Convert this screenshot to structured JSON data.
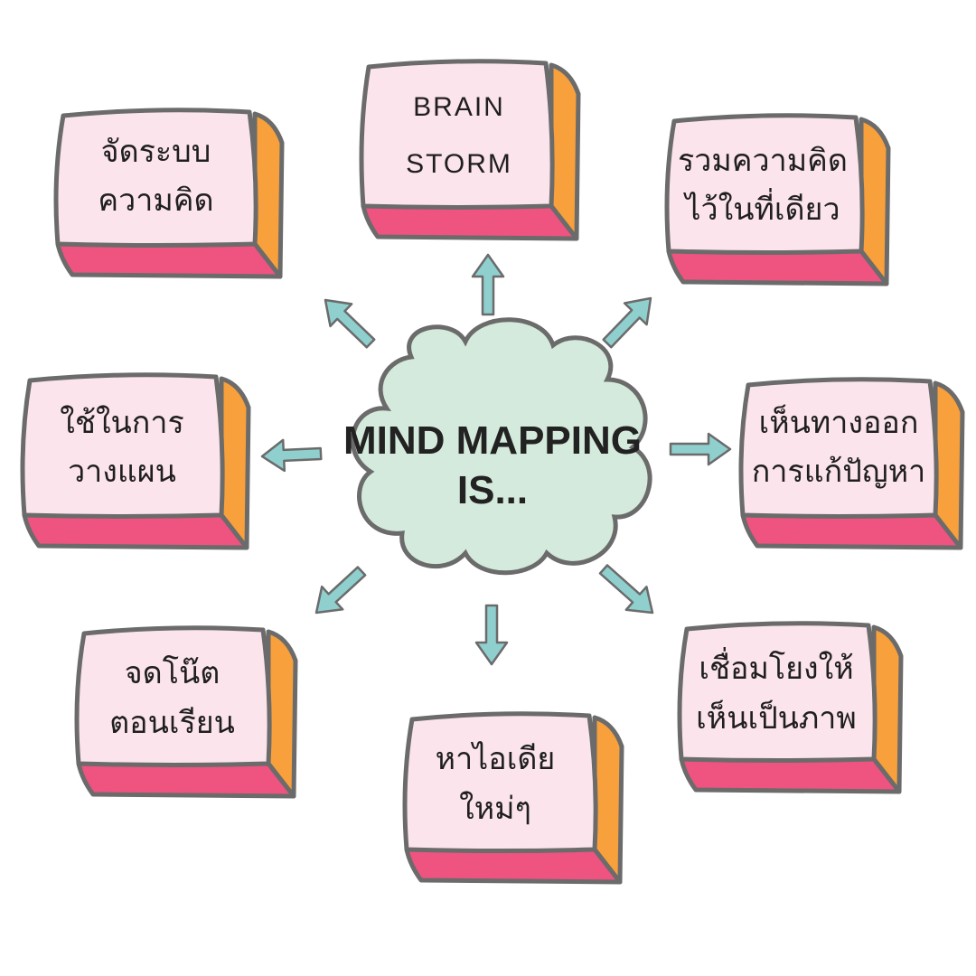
{
  "center": {
    "line1": "MIND MAPPING",
    "line2": "IS..."
  },
  "boxes": [
    {
      "id": "brain-storm",
      "line1": "BRAIN",
      "line2": "STORM"
    },
    {
      "id": "organize-thoughts",
      "line1": "จัดระบบ",
      "line2": "ความคิด"
    },
    {
      "id": "gather-ideas",
      "line1": "รวมความคิด",
      "line2": "ไว้ในที่เดียว"
    },
    {
      "id": "use-in-planning",
      "line1": "ใช้ในการ",
      "line2": "วางแผน"
    },
    {
      "id": "see-solutions",
      "line1": "เห็นทางออก",
      "line2": "การแก้ปัญหา"
    },
    {
      "id": "class-notes",
      "line1": "จดโน๊ต",
      "line2": "ตอนเรียน"
    },
    {
      "id": "new-ideas",
      "line1": "หาไอเดีย",
      "line2": "ใหม่ๆ"
    },
    {
      "id": "visual-links",
      "line1": "เชื่อมโยงให้",
      "line2": "เห็นเป็นภาพ"
    }
  ],
  "colors": {
    "box_face": "#fce4ec",
    "box_side": "#f7a03c",
    "box_bottom": "#ef5380",
    "outline": "#6b6b6b",
    "cloud": "#d4eadc",
    "arrow": "#8fd0cf"
  }
}
